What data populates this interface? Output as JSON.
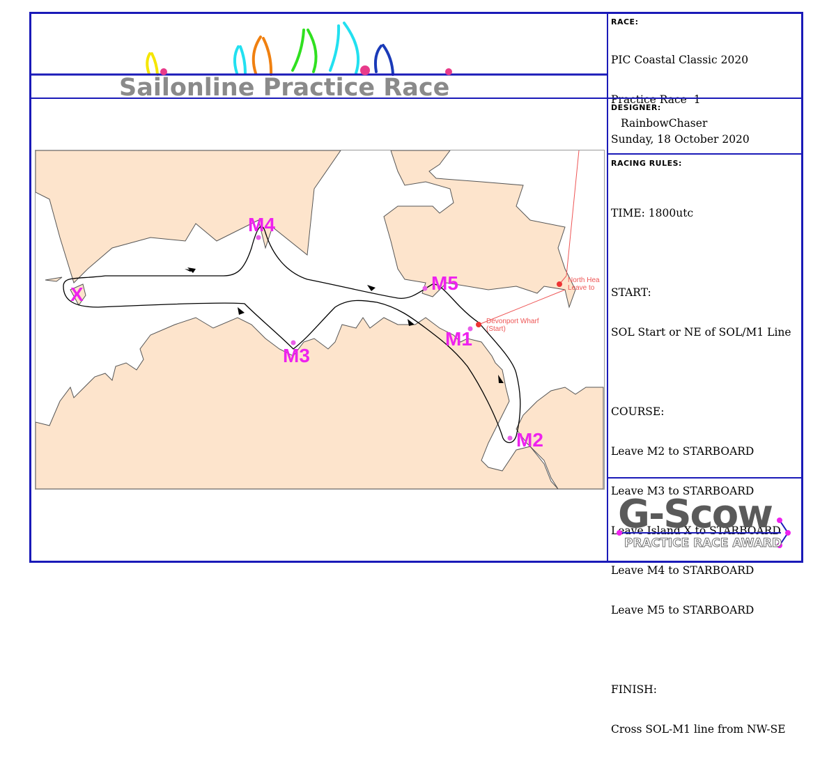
{
  "banner": {
    "title": "Sailonline Practice Race"
  },
  "race": {
    "header": "RACE:",
    "name": "PIC Coastal Classic 2020",
    "practice": "Practice Race  1",
    "date": "Sunday, 18 October 2020"
  },
  "designer": {
    "header": "DESIGNER:",
    "name": "RainbowChaser"
  },
  "rules": {
    "header": "RACING RULES:",
    "time": "TIME: 1800utc",
    "start_label": "START:",
    "start_text": "SOL Start or NE of SOL/M1 Line",
    "course_label": "COURSE:",
    "course": [
      "Leave M2 to STARBOARD",
      "Leave M3 to STARBOARD",
      "Leave Island X to STARBOARD",
      "Leave M4 to STARBOARD",
      "Leave M5 to STARBOARD"
    ],
    "finish_label": "FINISH:",
    "finish_text": "Cross SOL-M1 line from NW-SE"
  },
  "map": {
    "marks": {
      "m1": "M1",
      "m2": "M2",
      "m3": "M3",
      "m4": "M4",
      "m5": "M5",
      "x": "X"
    },
    "devonport": "Devonport Wharf",
    "devonport_sub": "(Start)",
    "north_head": "North Hea",
    "north_head_sub": "Leave to",
    "colors": {
      "land": "#fde4cc",
      "mark": "#ee22ee",
      "route": "#000000",
      "official": "#ee4444"
    }
  },
  "award": {
    "logo": "G-Scow",
    "sub": "PRACTICE RACE AWARD"
  }
}
